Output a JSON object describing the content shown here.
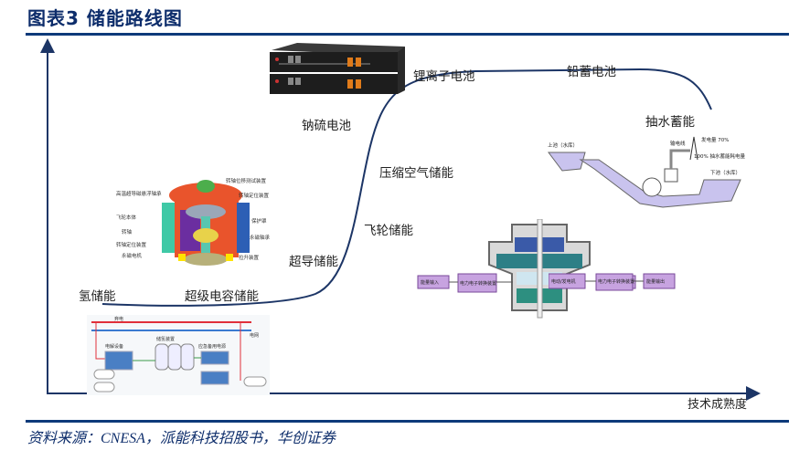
{
  "title": "图表3  储能路线图",
  "axis": {
    "x_label": "技术成熟度"
  },
  "technologies": [
    {
      "name": "氢储能"
    },
    {
      "name": "超级电容储能"
    },
    {
      "name": "超导储能"
    },
    {
      "name": "飞轮储能"
    },
    {
      "name": "压缩空气储能"
    },
    {
      "name": "钠硫电池"
    },
    {
      "name": "锂离子电池"
    },
    {
      "name": "铅蓄电池"
    },
    {
      "name": "抽水蓄能"
    }
  ],
  "images": {
    "flywheel_cutaway": {
      "labels": [
        "转轴位移测试装置",
        "高温超导磁悬浮轴承",
        "转轴定位装置",
        "飞轮本体",
        "保护罩",
        "转轴",
        "永磁轴承",
        "转轴定位装置",
        "永磁电机",
        "拉升装置"
      ]
    },
    "flywheel_system": {
      "labels": [
        "能量输入",
        "电力电子转换装置",
        "电动/发电机",
        "电力电子转换装置",
        "能量输出"
      ]
    },
    "pumped_hydro": {
      "labels": [
        "上池（水库）",
        "下池（水库）",
        "输电线",
        "发电量 70%",
        "100% 抽水蓄能耗电量"
      ]
    },
    "hydrogen": {
      "labels": [
        "弃电",
        "电网",
        "电解设备",
        "储氢装置",
        "应急备用电源"
      ]
    }
  },
  "source": "资料来源：CNESA，派能科技招股书，华创证券",
  "colors": {
    "brand": "#0d3a7a",
    "curve": "#1c3566"
  }
}
